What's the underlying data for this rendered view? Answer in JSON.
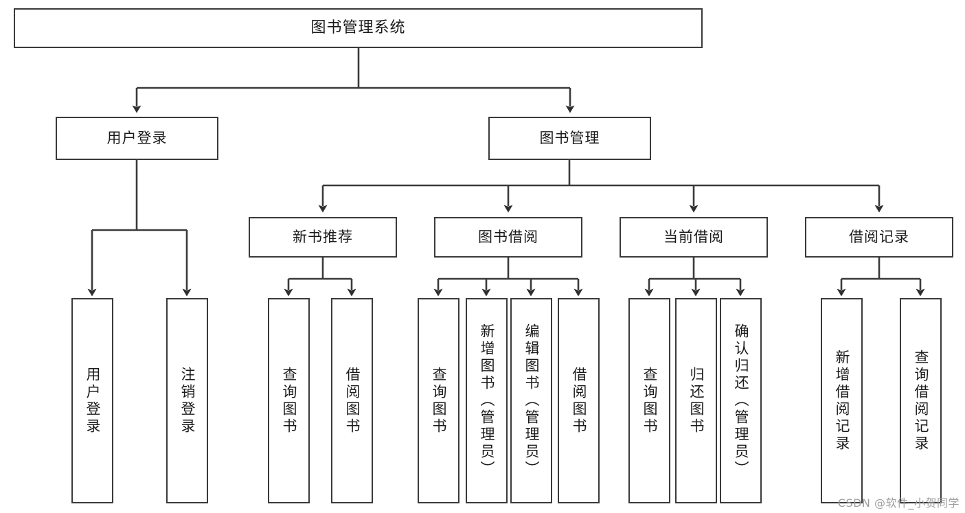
{
  "diagram": {
    "title": "图书管理系统",
    "watermark": "CSDN @软件_小贺同学",
    "colors": {
      "box_border": "#3a3a3a",
      "box_fill": "#ffffff",
      "line": "#3a3a3a",
      "arrow": "#2f2f2f",
      "text": "#1b1b1b",
      "watermark": "#9e9e9e"
    },
    "nodes": {
      "root": {
        "label": "图书管理系统"
      },
      "level2": [
        {
          "id": "user-login",
          "label": "用户登录"
        },
        {
          "id": "book-manage",
          "label": "图书管理"
        }
      ],
      "level3": [
        {
          "id": "new-book-recommend",
          "label": "新书推荐"
        },
        {
          "id": "book-borrow",
          "label": "图书借阅"
        },
        {
          "id": "current-borrow",
          "label": "当前借阅"
        },
        {
          "id": "borrow-record",
          "label": "借阅记录"
        }
      ],
      "leaves": {
        "user_login": [
          {
            "id": "leaf-user-login",
            "label": "用户登录"
          },
          {
            "id": "leaf-user-logout",
            "label": "注销登录"
          }
        ],
        "new_book_recommend": [
          {
            "id": "leaf-query-book-1",
            "label": "查询图书"
          },
          {
            "id": "leaf-borrow-book-1",
            "label": "借阅图书"
          }
        ],
        "book_borrow": [
          {
            "id": "leaf-query-book-2",
            "label": "查询图书"
          },
          {
            "id": "leaf-add-book",
            "label": "新增图书（管理员）"
          },
          {
            "id": "leaf-edit-book",
            "label": "编辑图书（管理员）"
          },
          {
            "id": "leaf-borrow-book-2",
            "label": "借阅图书"
          }
        ],
        "current_borrow": [
          {
            "id": "leaf-query-book-3",
            "label": "查询图书"
          },
          {
            "id": "leaf-return-book",
            "label": "归还图书"
          },
          {
            "id": "leaf-confirm-return",
            "label": "确认归还（管理员）"
          }
        ],
        "borrow_record": [
          {
            "id": "leaf-add-record",
            "label": "新增借阅记录"
          },
          {
            "id": "leaf-query-record",
            "label": "查询借阅记录"
          }
        ]
      }
    }
  }
}
